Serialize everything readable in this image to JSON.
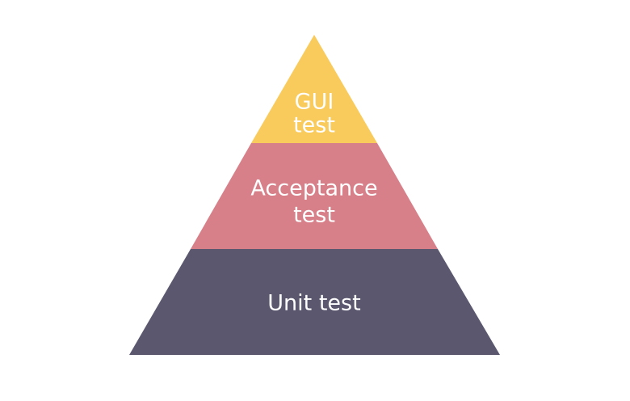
{
  "pyramid": {
    "tiers": [
      {
        "lines": [
          "GUI",
          "test"
        ],
        "color": "#F9CB5C"
      },
      {
        "lines": [
          "Acceptance",
          "test"
        ],
        "color": "#D7808A"
      },
      {
        "lines": [
          "Unit test"
        ],
        "color": "#5A576E"
      }
    ]
  }
}
